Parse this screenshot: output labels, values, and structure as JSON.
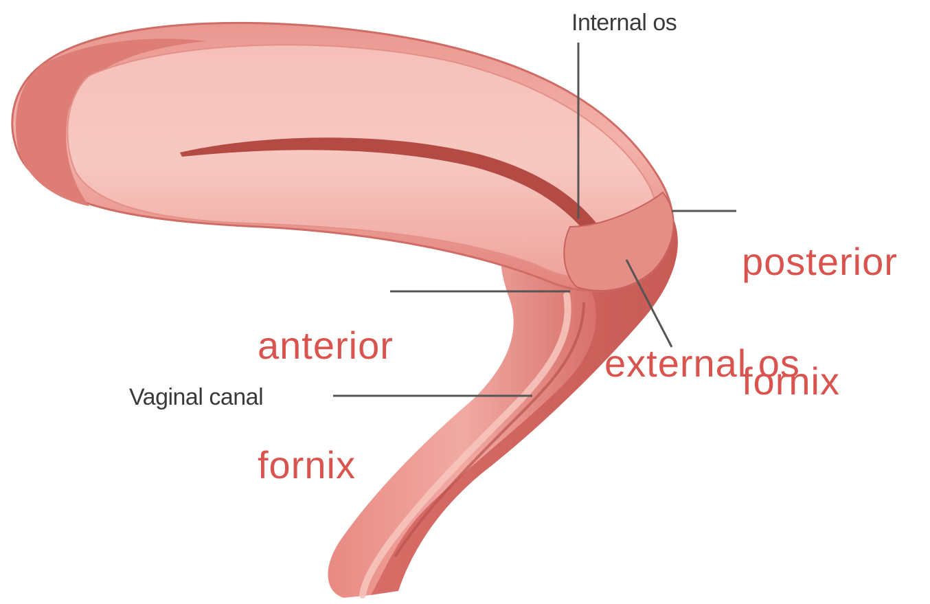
{
  "diagram": {
    "colors": {
      "tissue_light": "#f4b1ab",
      "tissue_mid": "#e8867f",
      "tissue_dark": "#c95a55",
      "cavity": "#b8453f",
      "leader_line": "#555555",
      "label_small": "#3a3a3a",
      "label_large": "#d9534f",
      "background": "#ffffff"
    },
    "labels": {
      "internal_os": "Internal os",
      "posterior_fornix": {
        "line1": "posterior",
        "line2": "fornix"
      },
      "anterior_fornix": {
        "line1": "anterior",
        "line2": "fornix"
      },
      "external_os": "external os",
      "vaginal_canal": "Vaginal canal"
    }
  }
}
